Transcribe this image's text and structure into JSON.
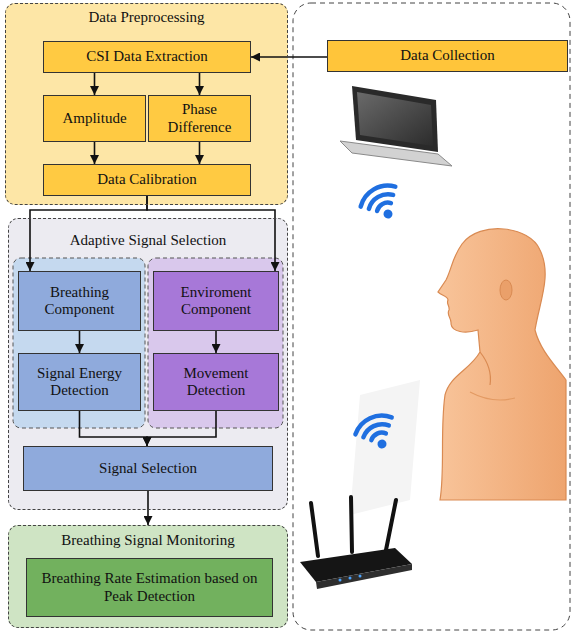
{
  "diagram": {
    "nodes": [
      {
        "text": [
          "Data Preprocessing"
        ]
      },
      {
        "text": [
          "CSI Data Extraction"
        ],
        "in": 0
      },
      {
        "text": [
          "Amplitude"
        ],
        "in": 0
      },
      {
        "text": [
          "Phase Difference"
        ],
        "in": 0
      },
      {
        "text": [
          "Data Calibration"
        ],
        "in": 0
      },
      {
        "text": [
          "Data Collection"
        ]
      },
      {
        "text": [
          "Adaptive Signal Selection"
        ]
      },
      {
        "text": [
          "Breathing Component"
        ],
        "in": 6
      },
      {
        "text": [
          "Signal Energy Detection"
        ],
        "in": 6
      },
      {
        "text": [
          "Enviroment Component"
        ],
        "in": 6
      },
      {
        "text": [
          "Movement Detection"
        ],
        "in": 6
      },
      {
        "text": [
          "Signal Selection"
        ],
        "in": 6
      },
      {
        "text": [
          "Breathing Signal Monitoring"
        ]
      },
      {
        "text": [
          "Breathing Rate Estimation based on Peak Detection"
        ],
        "in": 12
      }
    ],
    "edges": [
      {
        "from": 5,
        "to": 1,
        "arrow": "to"
      },
      {
        "from": 1,
        "to": 2,
        "arrow": "to"
      },
      {
        "from": 1,
        "to": 3,
        "arrow": "to"
      },
      {
        "from": 2,
        "to": 4,
        "arrow": "to"
      },
      {
        "from": 3,
        "to": 4,
        "arrow": "to"
      },
      {
        "from": 4,
        "to": 7,
        "arrow": "to"
      },
      {
        "from": 4,
        "to": 9,
        "arrow": "to"
      },
      {
        "from": 7,
        "to": 8,
        "arrow": "to"
      },
      {
        "from": 9,
        "to": 10,
        "arrow": "to"
      },
      {
        "from": 8,
        "to": 11,
        "arrow": "to"
      },
      {
        "from": 10,
        "to": 11,
        "arrow": "to"
      },
      {
        "from": 11,
        "to": 12,
        "arrow": "to"
      }
    ]
  }
}
